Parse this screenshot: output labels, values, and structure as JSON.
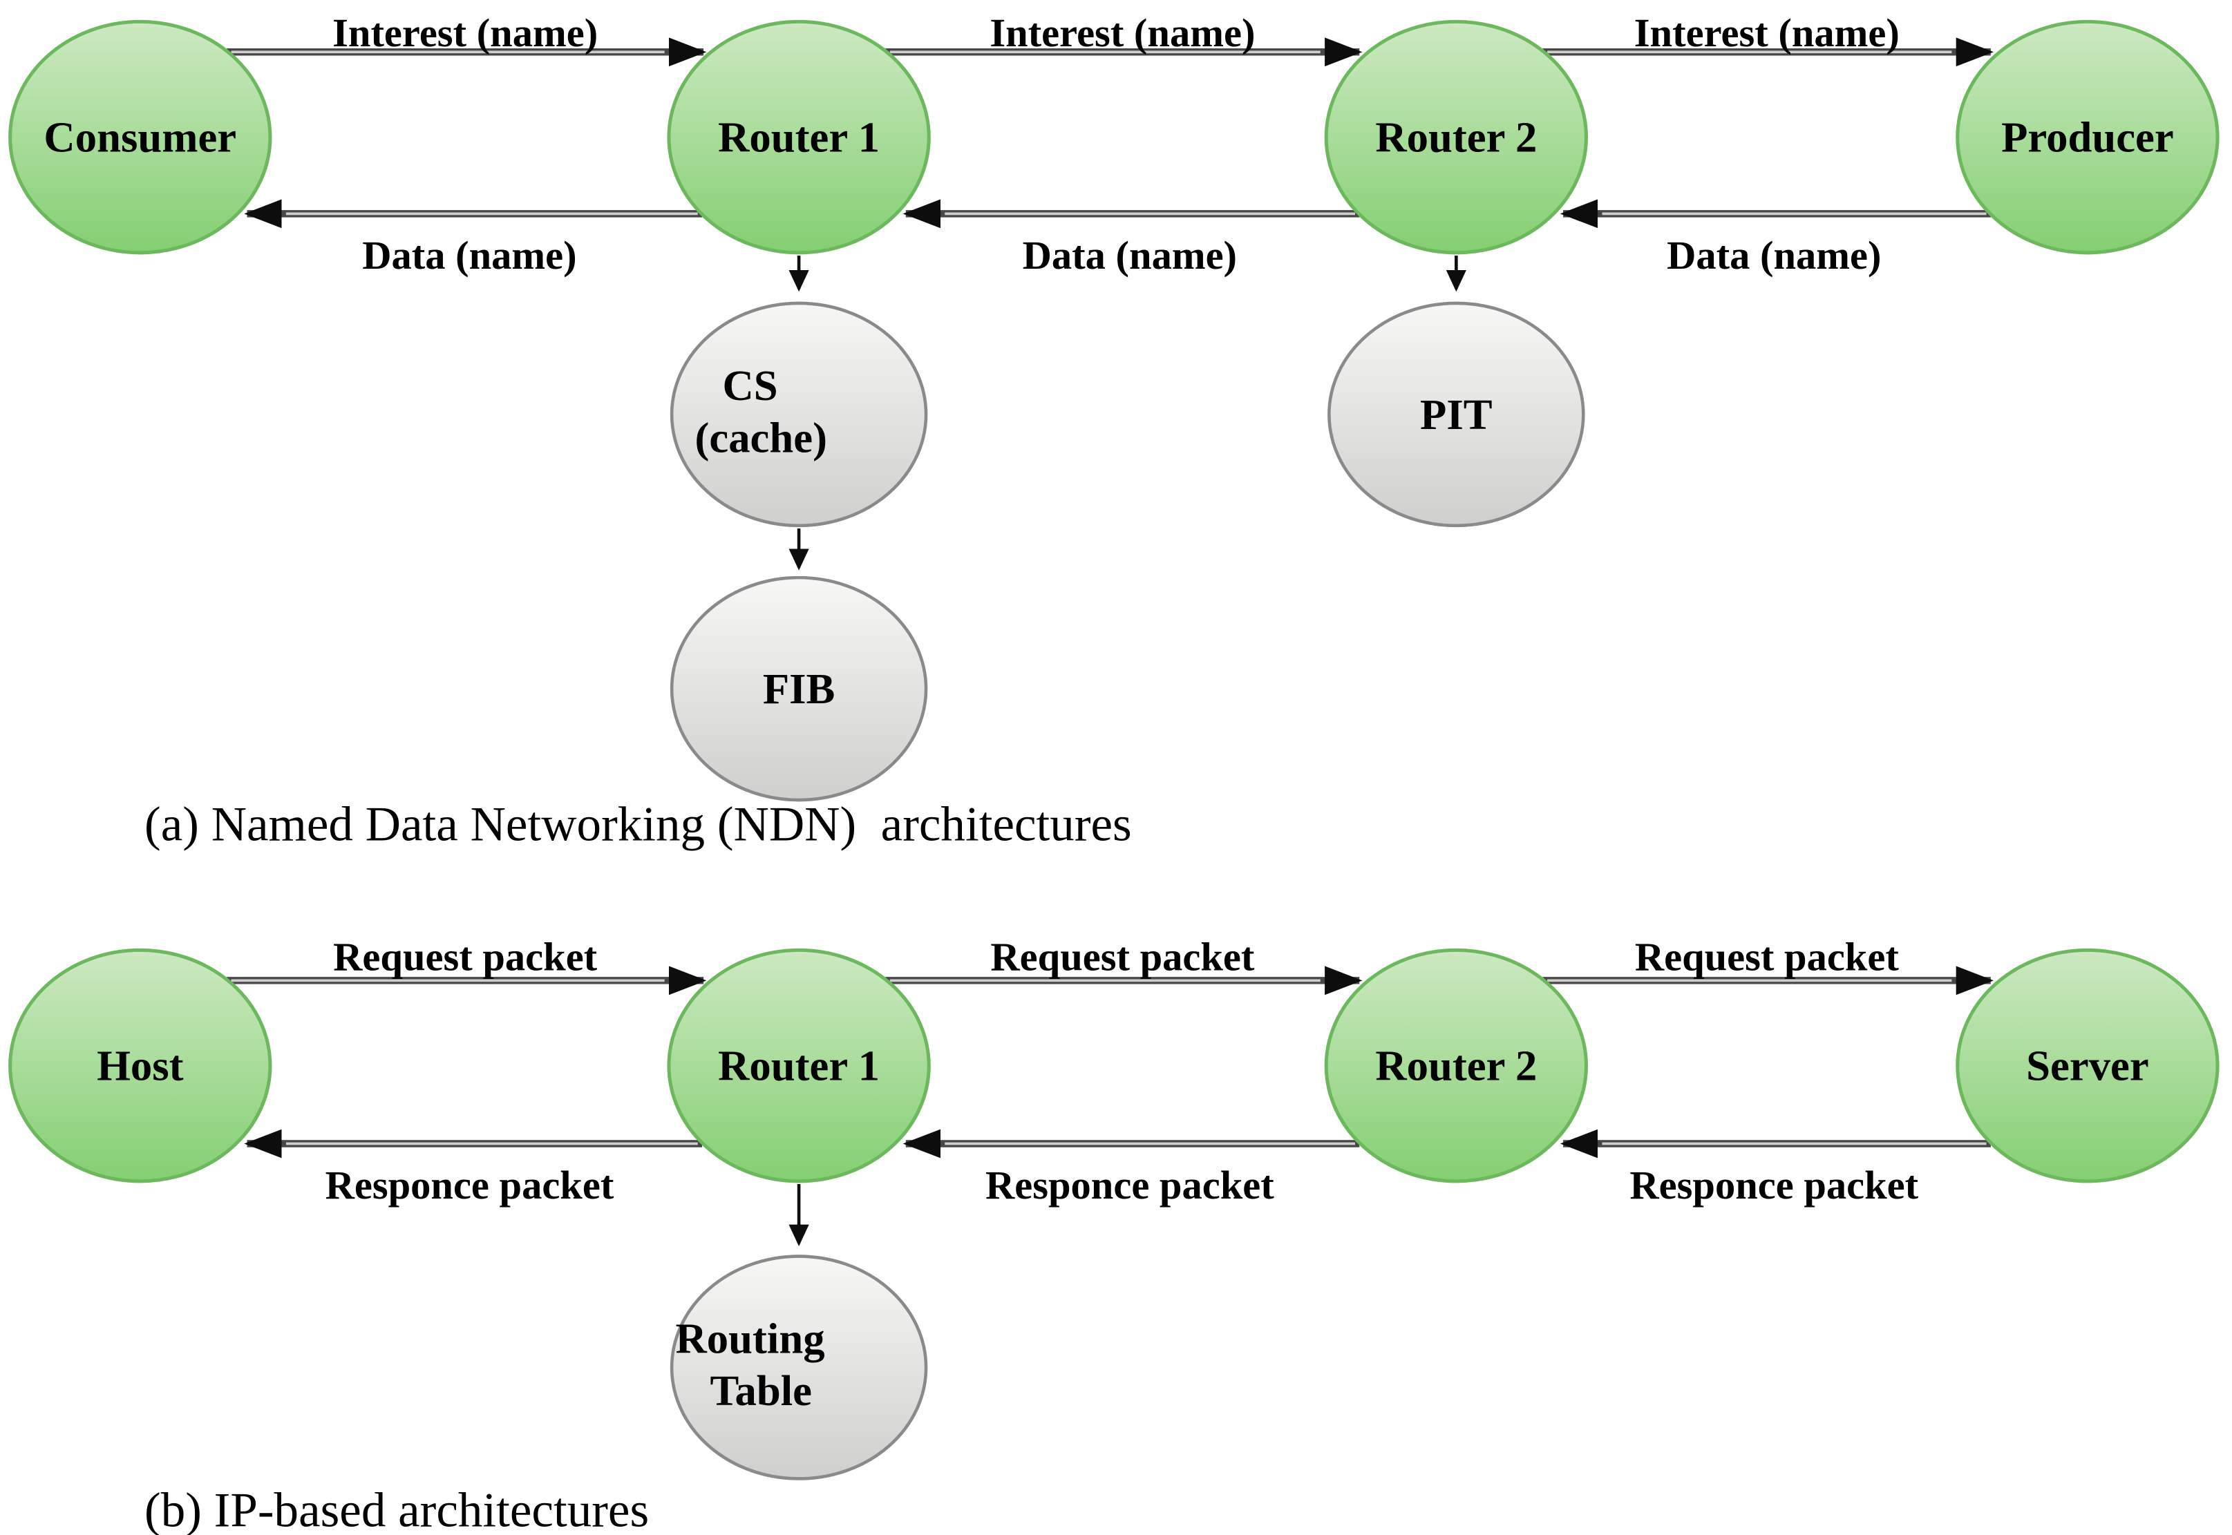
{
  "colors": {
    "background": "#ffffff",
    "node_green_top": "#cde9c2",
    "node_green_bottom": "#84cf72",
    "node_green_border": "#6cb85c",
    "node_gray_top": "#f7f7f6",
    "node_gray_bottom": "#cfcfcd",
    "node_gray_border": "#8a8a8a",
    "edge_line": "#474747",
    "arrowhead": "#0d0d0d",
    "text": "#000000"
  },
  "diagram_a": {
    "caption": "(a) Named Data Networking (NDN)  architectures",
    "nodes": {
      "consumer": {
        "label": "Consumer"
      },
      "router1": {
        "label": "Router 1"
      },
      "router2": {
        "label": "Router 2"
      },
      "producer": {
        "label": "Producer"
      },
      "cs": {
        "label_line1": "CS",
        "label_line2": "(cache)"
      },
      "pit": {
        "label": "PIT"
      },
      "fib": {
        "label": "FIB"
      }
    },
    "edges": {
      "interest_label": "Interest (name)",
      "data_label": "Data (name)"
    }
  },
  "diagram_b": {
    "caption": "(b) IP-based architectures",
    "nodes": {
      "host": {
        "label": "Host"
      },
      "router1": {
        "label": "Router 1"
      },
      "router2": {
        "label": "Router 2"
      },
      "server": {
        "label": "Server"
      },
      "routing_table": {
        "label_line1": "Routing",
        "label_line2": "Table"
      }
    },
    "edges": {
      "request_label": "Request packet",
      "response_label": "Responce packet"
    }
  }
}
